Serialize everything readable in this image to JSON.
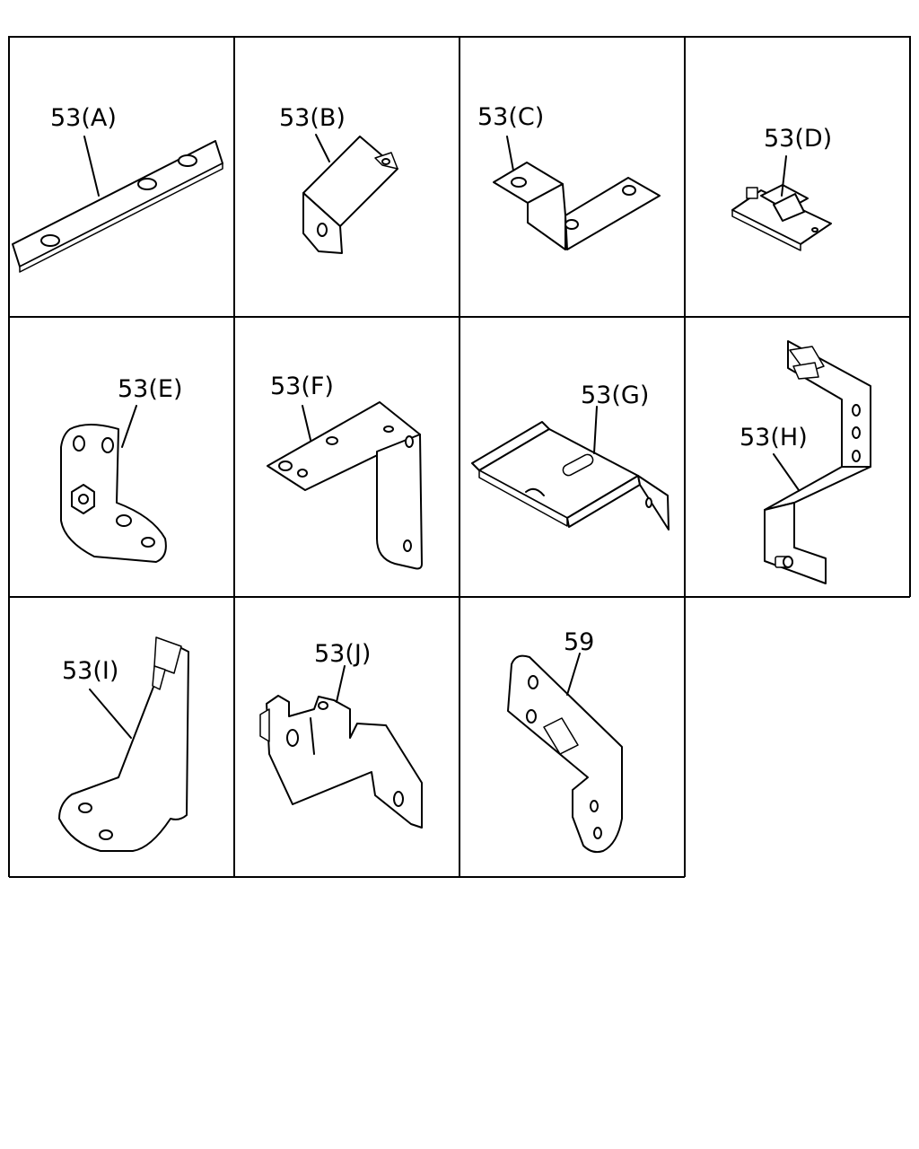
{
  "diagram": {
    "cells": [
      {
        "id": "A",
        "label": "53(A)"
      },
      {
        "id": "B",
        "label": "53(B)"
      },
      {
        "id": "C",
        "label": "53(C)"
      },
      {
        "id": "D",
        "label": "53(D)"
      },
      {
        "id": "E",
        "label": "53(E)"
      },
      {
        "id": "F",
        "label": "53(F)"
      },
      {
        "id": "G",
        "label": "53(G)"
      },
      {
        "id": "H",
        "label": "53(H)"
      },
      {
        "id": "I",
        "label": "53(I)"
      },
      {
        "id": "J",
        "label": "53(J)"
      },
      {
        "id": "K",
        "label": "59"
      }
    ]
  }
}
